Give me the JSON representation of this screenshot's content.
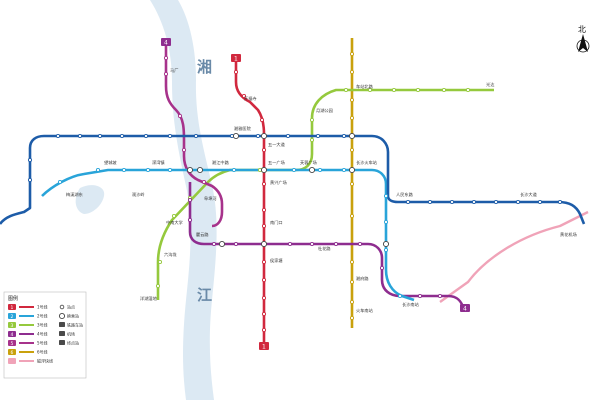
{
  "map": {
    "north_label": "北",
    "river_labels": [
      "湘",
      "江"
    ],
    "legend": {
      "title": "图例",
      "items": [
        {
          "badge": "1",
          "label": "1号线",
          "color": "#d1283e"
        },
        {
          "badge": "2",
          "label": "2号线",
          "color": "#29a4d9"
        },
        {
          "badge": "3",
          "label": "3号线",
          "color": "#95c93d"
        },
        {
          "badge": "4",
          "label": "4号线",
          "color": "#8e2d8f"
        },
        {
          "badge": "5",
          "label": "5号线",
          "color": "#a7328b"
        },
        {
          "badge": "6",
          "label": "6号线",
          "color": "#c9a10d"
        },
        {
          "badge": "",
          "label": "磁浮快线",
          "color": "#f0a3b8"
        }
      ],
      "symbols": [
        {
          "icon": "station-dot-icon",
          "label": "站点"
        },
        {
          "icon": "interchange-icon",
          "label": "换乘站"
        },
        {
          "icon": "rail-station-icon",
          "label": "铁路车站"
        },
        {
          "icon": "airport-icon",
          "label": "机场"
        },
        {
          "icon": "terminal-icon",
          "label": "终点站"
        }
      ]
    },
    "terminal_badges": [
      {
        "text": "1",
        "color": "#d1283e"
      },
      {
        "text": "1",
        "color": "#d1283e"
      },
      {
        "text": "4",
        "color": "#8e2d8f"
      },
      {
        "text": "4",
        "color": "#8e2d8f"
      }
    ],
    "stations": [
      "望城坡",
      "溁湾镇",
      "湘江中路",
      "五一广场",
      "芙蓉广场",
      "长沙火车站",
      "人民东路",
      "长沙大道",
      "湘雅医院",
      "阜埠河",
      "黄兴广场",
      "南门口",
      "侯家塘",
      "开福寺",
      "马厂",
      "长沙南站",
      "黄花机场",
      "光达",
      "梅溪湖东",
      "观沙岭",
      "六沟垅",
      "五一大道",
      "湘府路",
      "火车南站",
      "杜花路",
      "月湖公园",
      "洋湖湿地",
      "麓云路",
      "中南大学",
      "车站北路"
    ]
  }
}
